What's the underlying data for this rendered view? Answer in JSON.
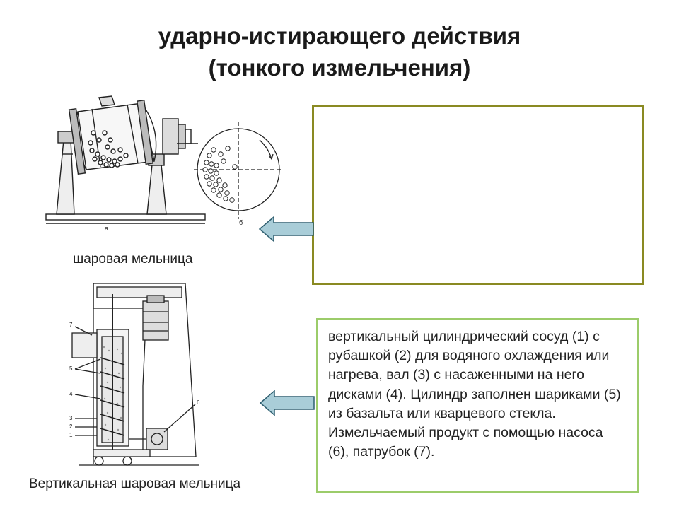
{
  "title": {
    "line1": "ударно-истирающего действия",
    "line2": "(тонкого измельчения)"
  },
  "ball_mill": {
    "caption": "шаровая мельница",
    "label_a": "а",
    "label_b": "б"
  },
  "vertical_mill": {
    "caption": "Вертикальная шаровая мельница",
    "callouts": [
      "7",
      "5",
      "4",
      "3",
      "2",
      "1",
      "6"
    ]
  },
  "description_box": {
    "text": "вертикальный цилиндрический сосуд (1) с рубашкой (2) для водяного охлаждения или нагрева, вал (3) с насаженными на него дисками (4). Цилиндр заполнен шариками (5) из базальта или кварцевого стекла. Измельчаемый продукт с помощью насоса (6), патрубок (7)."
  },
  "colors": {
    "arrow_fill": "#a9cdd8",
    "arrow_stroke": "#2f5f70",
    "box1_border": "#8a8a22",
    "box2_border": "#9ccc6a"
  }
}
